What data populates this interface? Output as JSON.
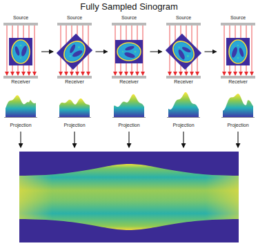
{
  "diagram": {
    "title": "Fully Sampled Sinogram",
    "nodes": [
      {
        "text": [
          "Source"
        ]
      },
      {
        "text": [
          "Source"
        ]
      },
      {
        "text": [
          "Source"
        ]
      },
      {
        "text": [
          "Source"
        ]
      },
      {
        "text": [
          "Source"
        ]
      },
      {
        "text": [
          "Receiver"
        ]
      },
      {
        "text": [
          "Receiver"
        ]
      },
      {
        "text": [
          "Receiver"
        ]
      },
      {
        "text": [
          "Receiver"
        ]
      },
      {
        "text": [
          "Receiver"
        ]
      },
      {
        "text": [
          "Projection"
        ]
      },
      {
        "text": [
          "Projection"
        ]
      },
      {
        "text": [
          "Projection"
        ]
      },
      {
        "text": [
          "Projection"
        ]
      },
      {
        "text": [
          "Projection"
        ]
      }
    ]
  }
}
